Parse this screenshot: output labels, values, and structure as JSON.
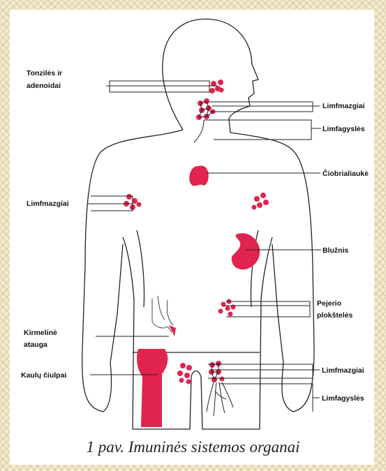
{
  "labels": {
    "tonsils": [
      "Tonzilės ir",
      "adenoidai"
    ],
    "lymph_nodes_neck": "Limfmazgiai",
    "lymph_vessels_neck": "Limfagyslės",
    "thymus": "Čiobrialiaukė",
    "lymph_nodes_armpit": "Limfmazgiai",
    "spleen": "Blužnis",
    "peyer": [
      "Pejerio",
      "plokštelės"
    ],
    "appendix": [
      "Kirmelinė",
      "atauga"
    ],
    "bone_marrow": "Kaulų čiulpai",
    "lymph_nodes_groin": "Limfmazgiai",
    "lymph_vessels_groin": "Limfagyslės"
  },
  "caption": "1 pav. Imuninės sistemos organai",
  "colors": {
    "organ": "#e0244f",
    "outline": "#222222",
    "background": "#f3ecd3"
  }
}
